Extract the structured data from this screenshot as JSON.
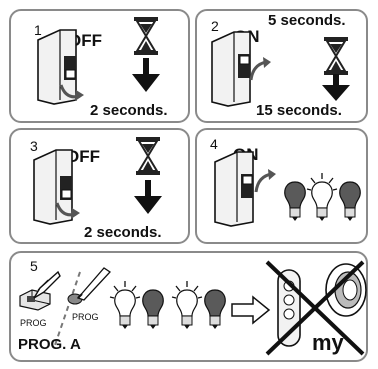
{
  "steps": [
    {
      "number": "1",
      "state": "OFF",
      "duration": "2 seconds."
    },
    {
      "number": "2",
      "state": "ON",
      "duration_top": "5 seconds.",
      "duration_bottom": "15 seconds."
    },
    {
      "number": "3",
      "state": "OFF",
      "duration": "2 seconds."
    },
    {
      "number": "4",
      "state": "ON"
    },
    {
      "number": "5",
      "prog_label_1": "PROG",
      "prog_label_2": "PROG",
      "caption": "PROG. A",
      "remote_brand": "my"
    }
  ],
  "colors": {
    "border": "#8a8a8a",
    "ink": "#111111",
    "bulb_dark": "#5a5a5a",
    "switch_fill": "#f2f2f2"
  }
}
